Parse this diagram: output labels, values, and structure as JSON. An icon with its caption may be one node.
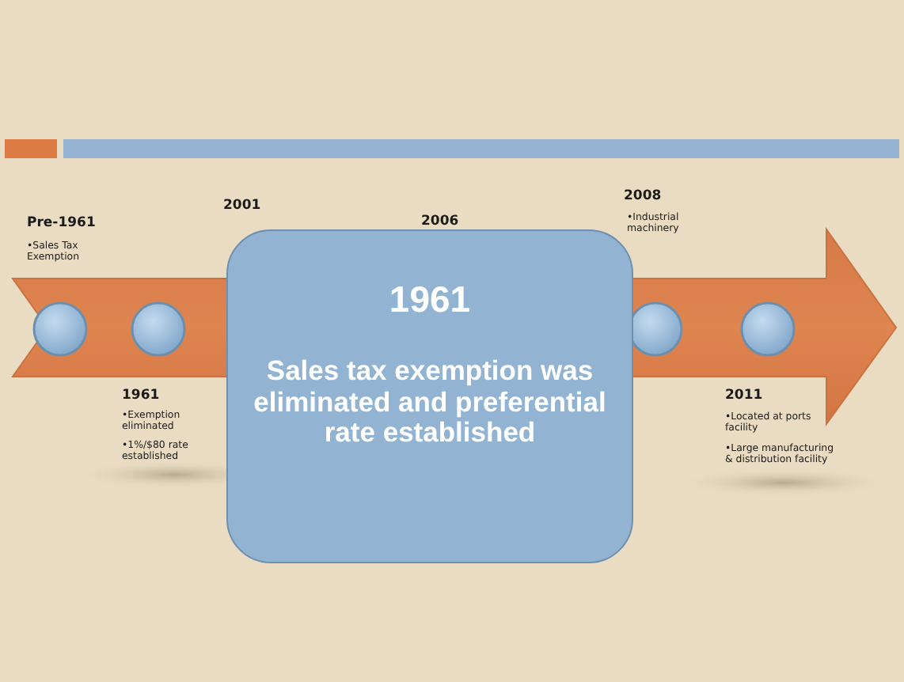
{
  "diagram": {
    "nodes": [
      {
        "text": [
          "1961",
          "Sales tax exemption was eliminated and preferential rate established"
        ]
      }
    ],
    "labels": [
      "Pre-1961",
      "•Sales Tax Exemption",
      "2001",
      "2006",
      "2008",
      "•Industrial machinery",
      "1961",
      "•Exemption eliminated",
      "•1%/$80 rate established",
      "2011",
      "•Located at ports facility",
      "•Large manufacturing & distribution facility"
    ]
  }
}
